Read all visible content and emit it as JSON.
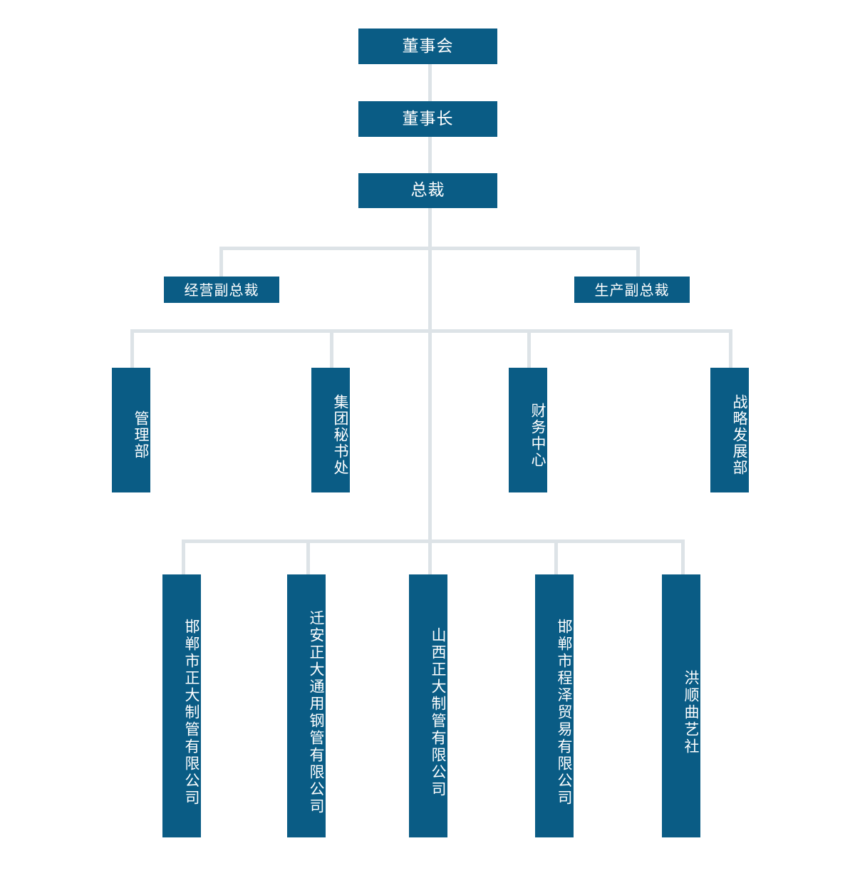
{
  "chart_data": {
    "type": "diagram",
    "title": "",
    "diagram_kind": "organizational-chart",
    "orientation": "top-down",
    "colors": {
      "node_fill": "#0a5c85",
      "node_text": "#ffffff",
      "connector": "#dde3e7",
      "background": "#ffffff"
    },
    "levels": [
      {
        "level": 1,
        "nodes": [
          "board"
        ]
      },
      {
        "level": 2,
        "nodes": [
          "chairman"
        ]
      },
      {
        "level": 3,
        "nodes": [
          "president"
        ]
      },
      {
        "level": 4,
        "nodes": [
          "vp_operations",
          "vp_production"
        ]
      },
      {
        "level": 5,
        "nodes": [
          "dept_management",
          "dept_secretariat",
          "dept_finance",
          "dept_strategy"
        ]
      },
      {
        "level": 6,
        "nodes": [
          "sub_handan_zhengda",
          "sub_qianan_zhengda",
          "sub_shanxi_zhengda",
          "sub_handan_chengze",
          "sub_hongshun"
        ]
      }
    ],
    "edges": [
      {
        "from": "board",
        "to": "chairman"
      },
      {
        "from": "chairman",
        "to": "president"
      },
      {
        "from": "president",
        "to": "vp_operations"
      },
      {
        "from": "president",
        "to": "vp_production"
      },
      {
        "from": "president",
        "to": "dept_management"
      },
      {
        "from": "president",
        "to": "dept_secretariat"
      },
      {
        "from": "president",
        "to": "dept_finance"
      },
      {
        "from": "president",
        "to": "dept_strategy"
      },
      {
        "from": "president",
        "to": "sub_handan_zhengda"
      },
      {
        "from": "president",
        "to": "sub_qianan_zhengda"
      },
      {
        "from": "president",
        "to": "sub_shanxi_zhengda"
      },
      {
        "from": "president",
        "to": "sub_handan_chengze"
      },
      {
        "from": "president",
        "to": "sub_hongshun"
      }
    ]
  },
  "nodes": {
    "board": {
      "label": "董事会"
    },
    "chairman": {
      "label": "董事长"
    },
    "president": {
      "label": "总裁"
    },
    "vp_operations": {
      "label": "经营副总裁"
    },
    "vp_production": {
      "label": "生产副总裁"
    },
    "dept_management": {
      "label": "管理部"
    },
    "dept_secretariat": {
      "label": "集团秘书处"
    },
    "dept_finance": {
      "label": "财务中心"
    },
    "dept_strategy": {
      "label": "战略发展部"
    },
    "sub_handan_zhengda": {
      "label": "邯郸市正大制管有限公司"
    },
    "sub_qianan_zhengda": {
      "label": "迁安正大通用钢管有限公司"
    },
    "sub_shanxi_zhengda": {
      "label": "山西正大制管有限公司"
    },
    "sub_handan_chengze": {
      "label": "邯郸市程泽贸易有限公司"
    },
    "sub_hongshun": {
      "label": "洪顺曲艺社"
    }
  }
}
